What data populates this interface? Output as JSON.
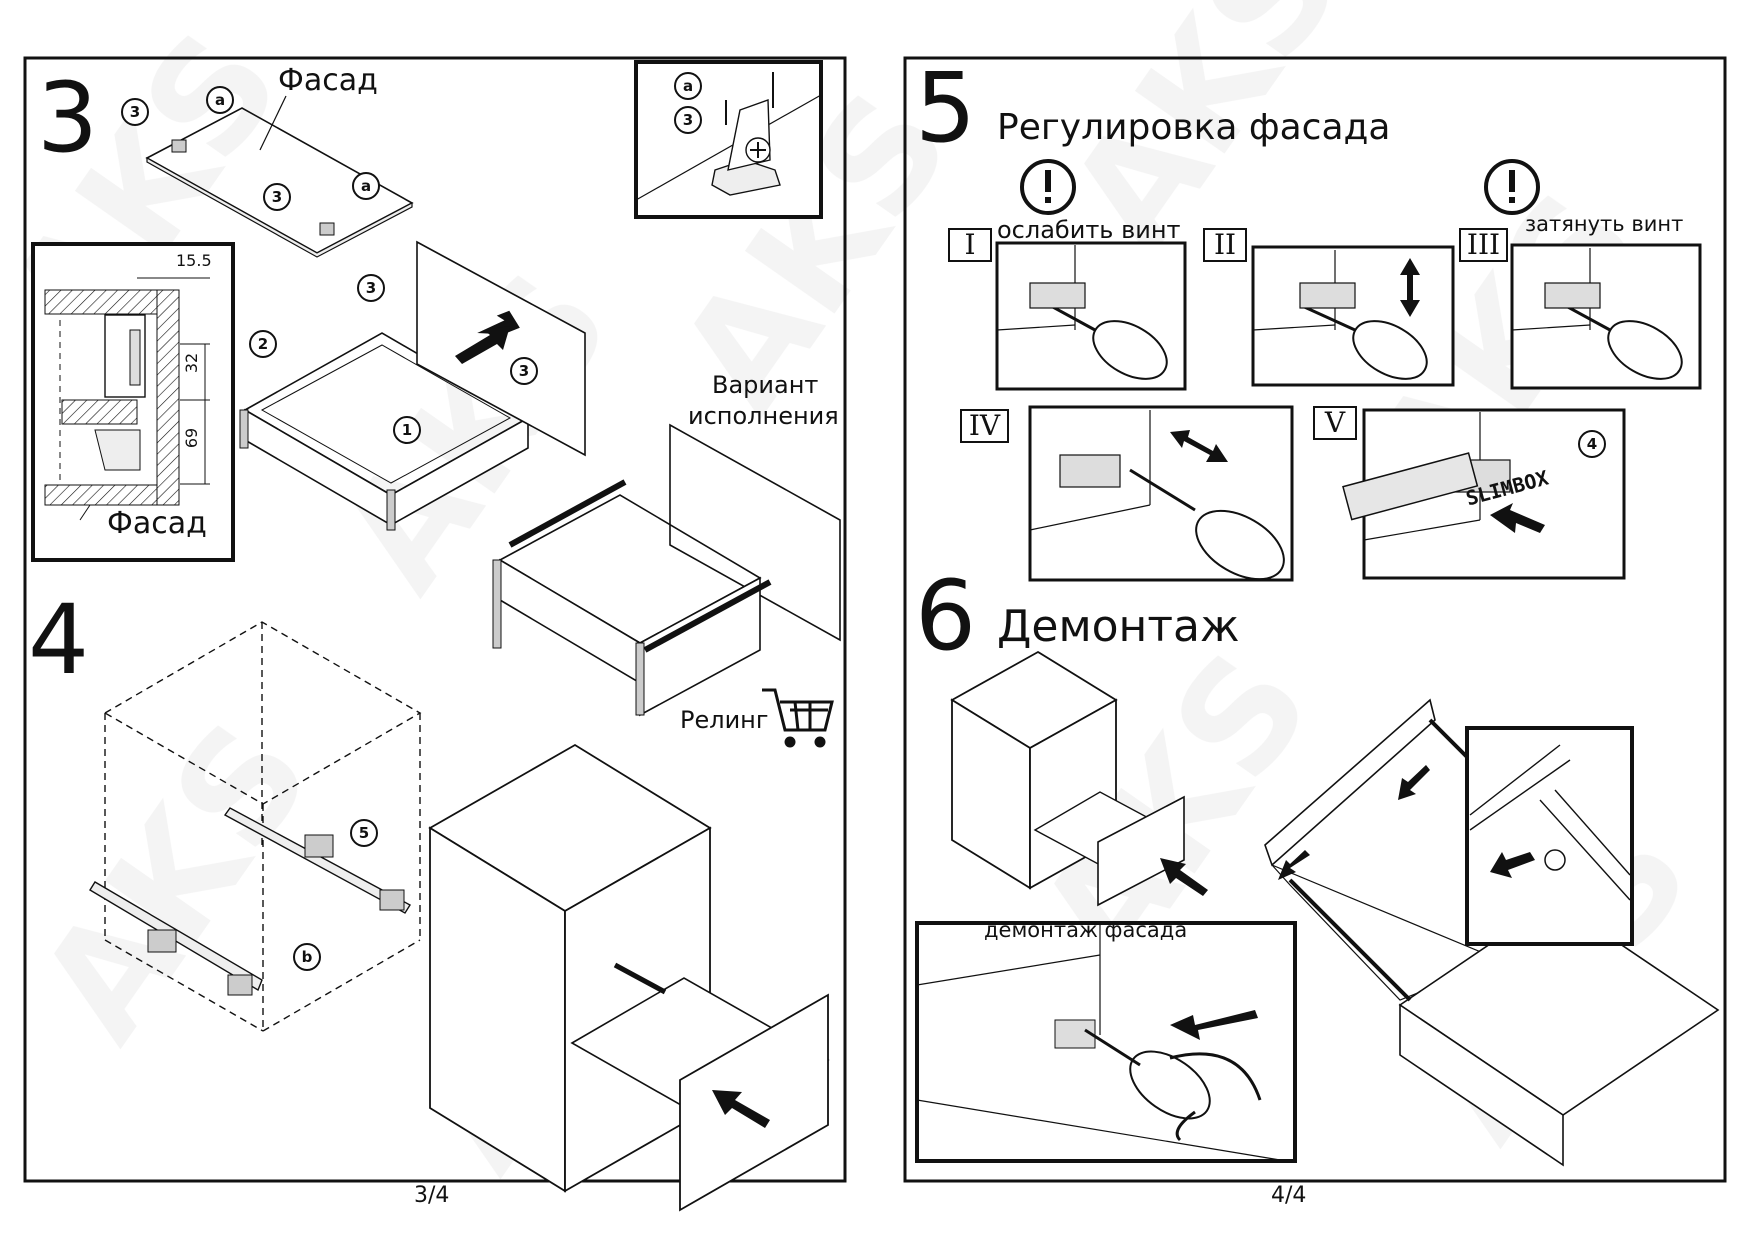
{
  "watermark": "AKS",
  "left_page": {
    "step3": {
      "number": "3",
      "facade_label_top": "Фасад",
      "facade_label_detail": "Фасад",
      "variant_label_line1": "Вариант",
      "variant_label_line2": "исполнения",
      "railing_label": "Релинг",
      "dimensions": [
        "15.5",
        "32",
        "69"
      ],
      "callouts": [
        "3",
        "a",
        "3",
        "a",
        "3",
        "2",
        "1",
        "3",
        "a",
        "3"
      ]
    },
    "step4": {
      "number": "4",
      "callouts": [
        "5",
        "b"
      ]
    },
    "page_number": "3/4"
  },
  "right_page": {
    "step5": {
      "number": "5",
      "title": "Регулировка фасада",
      "loosen_label": "ослабить винт",
      "tighten_label": "затянуть винт",
      "roman": [
        "I",
        "II",
        "III",
        "IV",
        "V"
      ],
      "slimbox_text": "SLIMBOX",
      "callout": "4"
    },
    "step6": {
      "number": "6",
      "title": "Демонтаж",
      "detail_label": "демонтаж фасада"
    },
    "page_number": "4/4"
  },
  "icons": [
    "warning-icon",
    "cart-icon",
    "screwdriver-icon",
    "arrow-icon"
  ]
}
